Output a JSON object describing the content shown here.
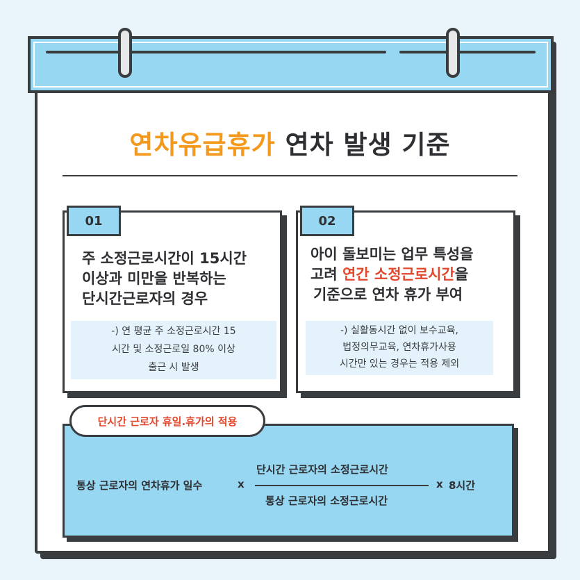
{
  "title": {
    "accent": "연차유급휴가",
    "main": "연차 발생 기준"
  },
  "card1": {
    "number": "01",
    "lines": [
      "주 소정근로시간이 15시간",
      "이상과 미만을 반복하는",
      "단시간근로자의 경우"
    ],
    "note": [
      "-) 연  평균 주 소정근로시간 15",
      "시간 및 소정근로일 80% 이상",
      "출근 시 발생"
    ]
  },
  "card2": {
    "number": "02",
    "line1": "아이 돌보미는 업무 특성을",
    "line2_prefix": "고려 ",
    "line2_highlight": "연간 소정근로시간",
    "line2_suffix": "을",
    "line3": "기준으로 연차 휴가 부여",
    "note": [
      "-) 실활동시간 없이 보수교육,",
      "법정의무교육, 연차휴가사용",
      "시간만 있는 경우는 적용 제외"
    ]
  },
  "formula": {
    "tag": "단시간 근로자 휴일.휴가의 적용",
    "left": "통상 근로자의 연차휴가 일수",
    "times1": "x",
    "numerator": "단시간 근로자의 소정근로시간",
    "denominator": "통상 근로자의 소정근로시간",
    "times2": "x",
    "right": "8시간"
  }
}
